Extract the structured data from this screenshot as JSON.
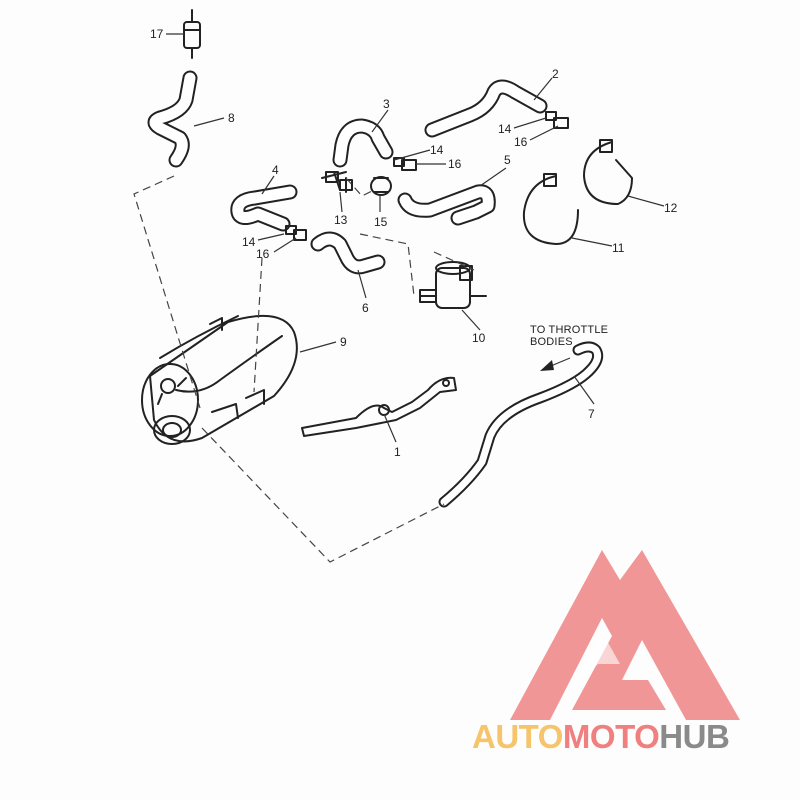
{
  "diagram": {
    "callouts": {
      "c1": "1",
      "c2": "2",
      "c3": "3",
      "c4": "4",
      "c5": "5",
      "c6": "6",
      "c7": "7",
      "c8": "8",
      "c9": "9",
      "c10": "10",
      "c11": "11",
      "c12": "12",
      "c13": "13",
      "c14a": "14",
      "c14b": "14",
      "c14c": "14",
      "c15": "15",
      "c16a": "16",
      "c16b": "16",
      "c16c": "16",
      "c17": "17"
    },
    "annotation": {
      "line1": "TO THROTTLE",
      "line2": "BODIES"
    }
  },
  "watermark": {
    "part1": "AUTO",
    "part2": "MOTO",
    "part3": "HUB",
    "colors": {
      "triangle": "#f08b8b",
      "auto": "#f5c46b",
      "moto": "#f07f7f",
      "hub": "#8a8a8a"
    }
  }
}
